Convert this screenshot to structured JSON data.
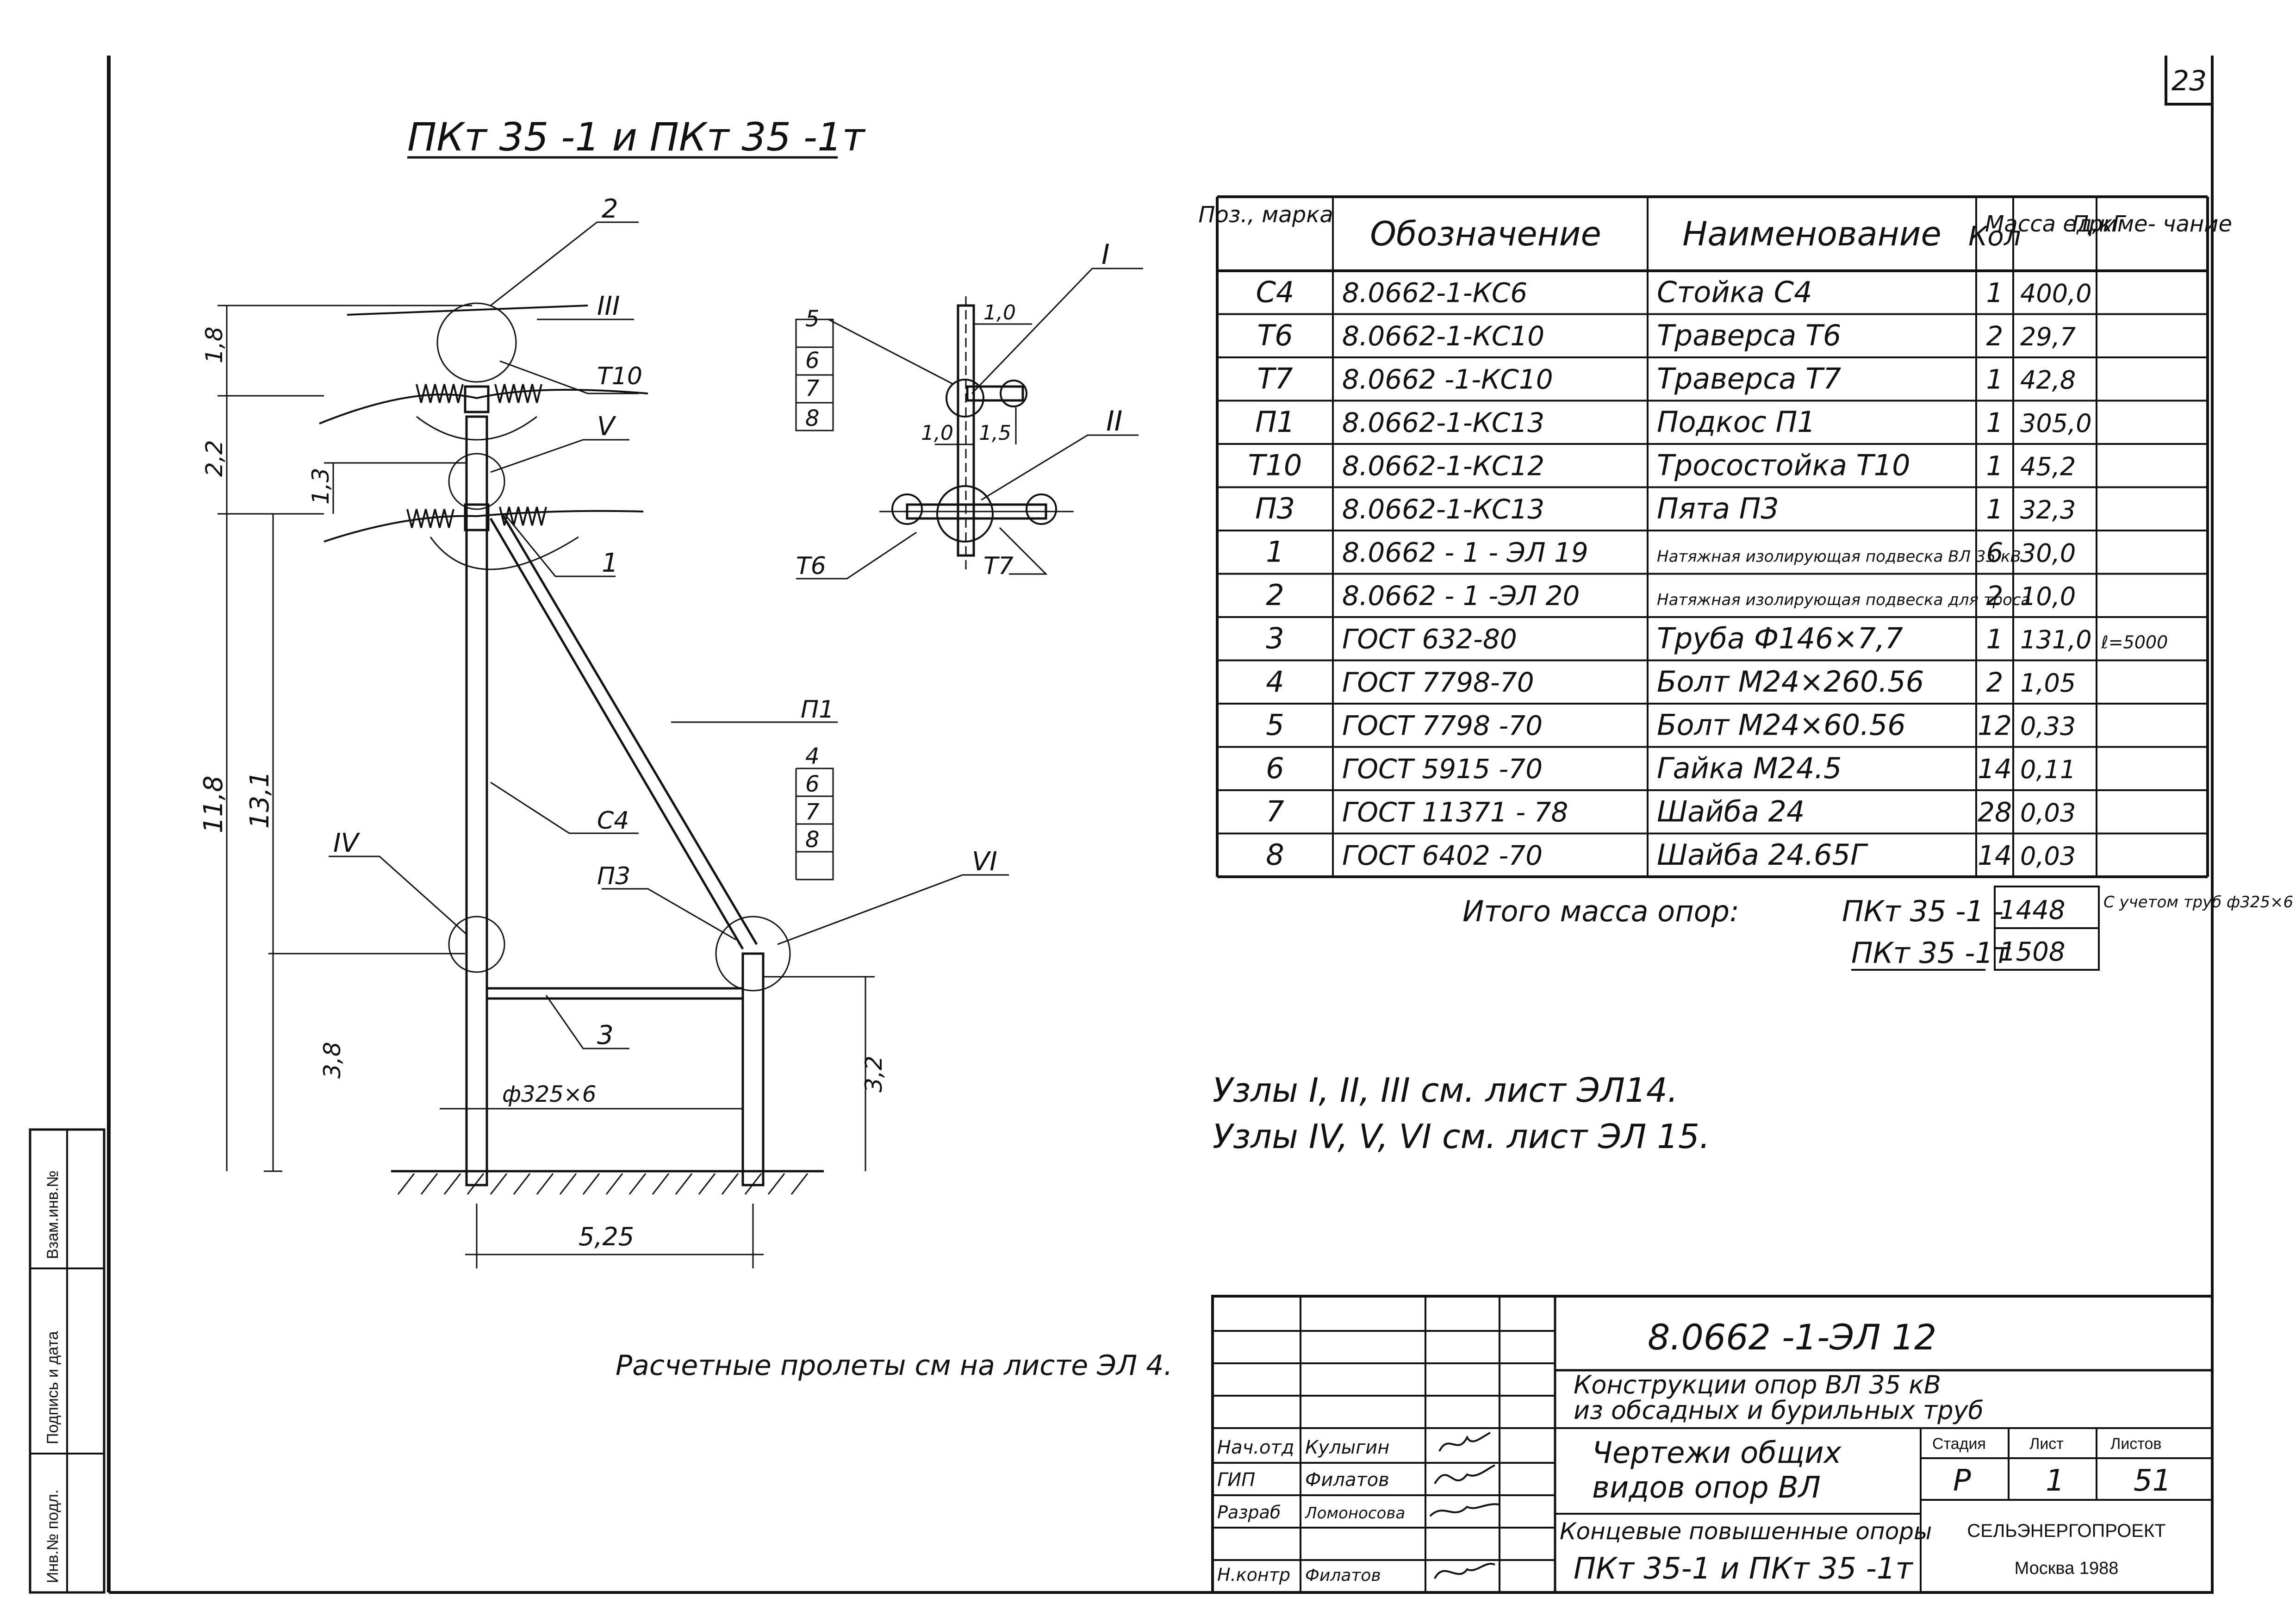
{
  "sheet_number": "23",
  "title": "ПКт 35 -1 и ПКт 35 -1т",
  "elevation": {
    "dims": [
      "1,8",
      "2,2",
      "1,3",
      "11,8",
      "13,1",
      "3,8",
      "3,2",
      "5,25"
    ],
    "pipe_label": "ф325×6",
    "callouts": [
      "2",
      "III",
      "Т10",
      "V",
      "1",
      "П1",
      "С4",
      "IV",
      "П3",
      "VI",
      "3"
    ],
    "callout_group": [
      "4",
      "6",
      "7",
      "8"
    ]
  },
  "plan": {
    "dims": [
      "1,0",
      "1,0",
      "1,5"
    ],
    "callout_group": [
      "5",
      "6",
      "7",
      "8"
    ],
    "labels": [
      "I",
      "II",
      "Т6",
      "Т7"
    ]
  },
  "table": {
    "headers": [
      "Поз., марка",
      "Обозначение",
      "Наименование",
      "Кол",
      "Масса ед,кГ",
      "Приме- чание"
    ],
    "rows": [
      [
        "С4",
        "8.0662-1-КС6",
        "Стойка С4",
        "1",
        "400,0",
        ""
      ],
      [
        "Т6",
        "8.0662-1-КС10",
        "Траверса Т6",
        "2",
        "29,7",
        ""
      ],
      [
        "Т7",
        "8.0662 -1-КС10",
        "Траверса Т7",
        "1",
        "42,8",
        ""
      ],
      [
        "П1",
        "8.0662-1-КС13",
        "Подкос П1",
        "1",
        "305,0",
        ""
      ],
      [
        "Т10",
        "8.0662-1-КС12",
        "Тросостойка Т10",
        "1",
        "45,2",
        ""
      ],
      [
        "П3",
        "8.0662-1-КС13",
        "Пята П3",
        "1",
        "32,3",
        ""
      ],
      [
        "1",
        "8.0662 - 1 - ЭЛ 19",
        "Натяжная изолирующая подвеска ВЛ 35 кВ",
        "6",
        "30,0",
        ""
      ],
      [
        "2",
        "8.0662 - 1 -ЭЛ 20",
        "Натяжная изолирующая подвеска для троса",
        "2",
        "10,0",
        ""
      ],
      [
        "3",
        "ГОСТ 632-80",
        "Труба Ф146×7,7",
        "1",
        "131,0",
        "ℓ=5000"
      ],
      [
        "4",
        "ГОСТ 7798-70",
        "Болт М24×260.56",
        "2",
        "1,05",
        ""
      ],
      [
        "5",
        "ГОСТ 7798 -70",
        "Болт М24×60.56",
        "12",
        "0,33",
        ""
      ],
      [
        "6",
        "ГОСТ 5915 -70",
        "Гайка М24.5",
        "14",
        "0,11",
        ""
      ],
      [
        "7",
        "ГОСТ 11371 - 78",
        "Шайба 24",
        "28",
        "0,03",
        ""
      ],
      [
        "8",
        "ГОСТ 6402 -70",
        "Шайба 24.65Г",
        "14",
        "0,03",
        ""
      ]
    ],
    "total_label": "Итого масса опор:",
    "total_rows": [
      {
        "name": "ПКт 35 -1 -",
        "mass": "1448"
      },
      {
        "name": "ПКт 35 -1т",
        "mass": "1508"
      }
    ],
    "total_note": "С учетом труб ф325×6"
  },
  "notes": {
    "nodes_line1": "Узлы I, II, III см. лист ЭЛ14.",
    "nodes_line2": "Узлы IV, V, VI см. лист ЭЛ 15.",
    "spans": "Расчетные пролеты см на листе ЭЛ 4."
  },
  "title_block": {
    "code": "8.0662 -1-ЭЛ 12",
    "line1": "Конструкции опор ВЛ 35 кВ",
    "line2": "из обсадных и бурильных труб",
    "drawing_name_1": "Чертежи общих",
    "drawing_name_2": "видов опор ВЛ",
    "sheet_desc_1": "Концевые повышенные опоры",
    "sheet_desc_2": "ПКт 35-1 и ПКт 35 -1т",
    "stage_label": "Стадия",
    "sheet_label": "Лист",
    "sheets_label": "Листов",
    "stage": "Р",
    "sheet": "1",
    "sheets": "51",
    "org": "СЕЛЬЭНЕРГОПРОЕКТ",
    "city_year": "Москва 1988",
    "roles": [
      {
        "role": "Нач.отд",
        "name": "Кулыгин"
      },
      {
        "role": "ГИП",
        "name": "Филатов"
      },
      {
        "role": "Разраб",
        "name": "Ломоносова"
      },
      {
        "role": "Н.контр",
        "name": "Филатов"
      }
    ]
  },
  "side_stamp": [
    "Инв.№ подл.",
    "Подпись и дата",
    "Взам.инв.№"
  ]
}
